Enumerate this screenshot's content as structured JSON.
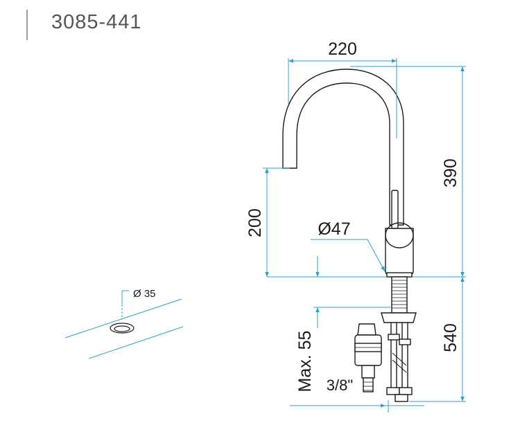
{
  "header": {
    "model_code": "3085-441"
  },
  "dimensions": {
    "spout_reach": "220",
    "total_height": "390",
    "spout_height": "200",
    "body_diameter": "Ø47",
    "hose_length": "540",
    "max_deck_thickness": "Max. 55",
    "connection_size": "3/8\"",
    "hole_diameter": "Ø 35"
  },
  "colors": {
    "dimension_line": "#2aa0d0",
    "outline": "#1a1a1a",
    "header_text": "#555555"
  }
}
